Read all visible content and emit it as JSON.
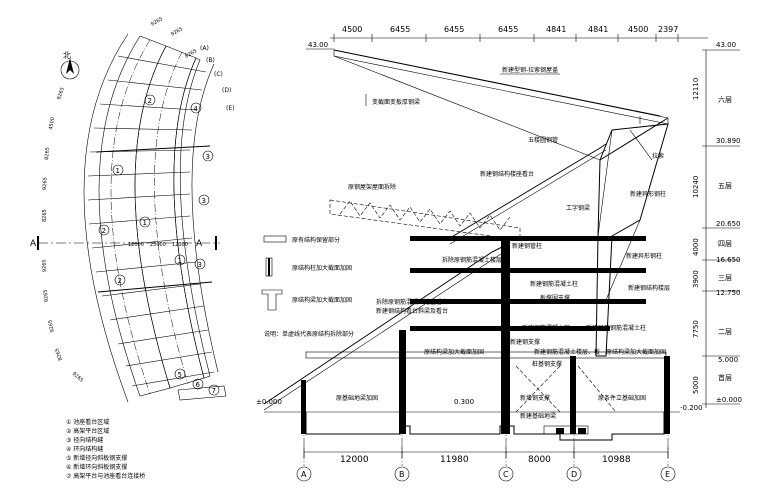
{
  "plan": {
    "north_label": "北",
    "section_cut_label": "A",
    "grid_numbers": [
      "①",
      "②",
      "③",
      "④",
      "⑤",
      "⑥",
      "⑦"
    ],
    "arc_labels": [
      "(A)",
      "(B)",
      "(C)",
      "(D)",
      "(E)"
    ],
    "arc_dims": [
      "9265",
      "4500",
      "8265",
      "9265",
      "8265",
      "9265",
      "9265",
      "9265",
      "8265",
      "9265",
      "9265",
      "8265",
      "9265",
      "4500",
      "9265"
    ],
    "small_dims": [
      "12000",
      "25000",
      "12000"
    ],
    "legend": [
      "① 池座看台区域",
      "② 高架平台区域",
      "③ 径向结构缝",
      "④ 环向结构缝",
      "⑤ 新增径向斜板钢支撑",
      "⑥ 新增环向斜板钢支撑",
      "⑦ 高架平台与池座看台连接桥"
    ]
  },
  "section": {
    "top_dims": [
      "4500",
      "6455",
      "6455",
      "6455",
      "4841",
      "4841",
      "4500",
      "2397"
    ],
    "bottom_dims": [
      "12000",
      "11980",
      "8000",
      "10988"
    ],
    "axes": [
      "A",
      "B",
      "C",
      "D",
      "E"
    ],
    "elev_left_top": "43.00",
    "elev_left_ground": "±0.000",
    "elev_0300": "0.300",
    "elev_right": [
      "43.00",
      "30.890",
      "20.650",
      "16.650",
      "12.750",
      "5.000",
      "±0.000",
      "-0.200"
    ],
    "storey_dims": [
      "12110",
      "10240",
      "4000",
      "3900",
      "7750",
      "5000"
    ],
    "floors": [
      "六层",
      "五层",
      "四层",
      "三层",
      "二层",
      "首层"
    ],
    "legend": [
      "原有结构保留部分",
      "原结构柱加大截面加固",
      "原结构梁加大截面加固"
    ],
    "note": "说明：单虚线代表原结构拆除部分",
    "annotations": {
      "new_steel_truss": "新建型钢-拉索钢屋盖",
      "variable_beam": "变截面变板厚钢梁",
      "jade_tube": "五楼圆钢管",
      "new_stand": "新建钢结构楼座看台",
      "cable": "拉索",
      "roof_demolish": "原钢屋架屋面拆除",
      "i_beam": "工字钢梁",
      "new_column_5": "新建异形钢柱",
      "new_steel_col": "新建钢管柱",
      "demolish_stand_floor": "拆除原钢筋混凝土楼层",
      "new_column_4": "新建异形钢柱",
      "new_rc_column": "新建钢筋混凝土柱",
      "steel_roof_pavilion": "新建钢结构楼层",
      "rc_column_3": "新建钢筋混凝土柱",
      "new_floor_support": "板撑围支撑",
      "demolish_stand": "拆除原钢筋混凝土池座看台",
      "new_steel_stand": "新建钢结构看台斜梁及看台",
      "new_rc_col_2": "新建钢筋混凝土柱",
      "new_special_rc": "新建异形钢筋混凝土柱",
      "new_brace": "新建钢支撑",
      "beam_strengthen": "原结构梁加大截面加固",
      "new_rc_floor": "新建钢筋混凝土楼层、板",
      "beam_strengthen_2": "原结构梁加大截面加固",
      "pile_support": "桩基钢支撑",
      "foundation_strengthen": "原基础地梁加固",
      "new_brace_2": "新增钢支撑",
      "new_foundation": "新建基础地梁",
      "old_foundation": "原条件立基础加固"
    }
  }
}
